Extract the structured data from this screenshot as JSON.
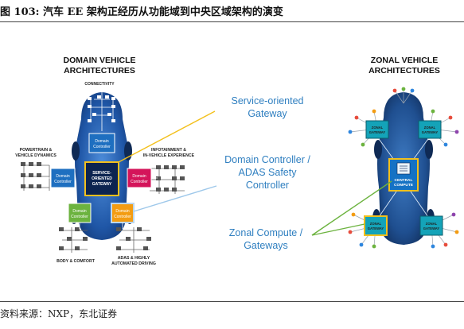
{
  "figure": {
    "title": "图 103: 汽车 EE 架构正经历从功能域到中央区域架构的演变",
    "source": "资料来源：NXP，东北证券"
  },
  "domain": {
    "heading_line1": "DOMAIN VEHICLE",
    "heading_line2": "ARCHITECTURES",
    "connectivity": "CONNECTIVITY",
    "powertrain_line1": "POWERTRAIN &",
    "powertrain_line2": "VEHICLE DYNAMICS",
    "infotainment_line1": "INFOTAINMENT &",
    "infotainment_line2": "IN-VEHICLE EXPERIENCE",
    "body_comfort": "BODY & COMFORT",
    "adas_line1": "ADAS & HIGHLY",
    "adas_line2": "AUTOMATED DRIVING",
    "controller_line1": "Domain",
    "controller_line2": "Controller",
    "gateway_line1": "SERVICE-",
    "gateway_line2": "ORIENTED",
    "gateway_line3": "GATEWAY",
    "colors": {
      "top": "#1e6fc0",
      "left": "#1e6fc0",
      "right": "#d4145a",
      "bottom_left": "#6cb33f",
      "bottom_right": "#f39c12",
      "gateway": "#0c2450",
      "highlight": "#f3c01c",
      "car": "#1f56a6"
    }
  },
  "callouts": {
    "c1_line1": "Service-oriented",
    "c1_line2": "Gateway",
    "c2_line1": "Domain Controller /",
    "c2_line2": "ADAS Safety",
    "c2_line3": "Controller",
    "c3_line1": "Zonal Compute /",
    "c3_line2": "Gateways"
  },
  "zonal": {
    "heading_line1": "ZONAL VEHICLE",
    "heading_line2": "ARCHITECTURES",
    "zone_line1": "ZONAL",
    "zone_line2": "GATEWAY",
    "central_line1": "CENTRAL",
    "central_line2": "COMPUTE",
    "colors": {
      "zone": "#14a3b8",
      "central": "#1572c4",
      "car": "#1f4f90"
    }
  }
}
